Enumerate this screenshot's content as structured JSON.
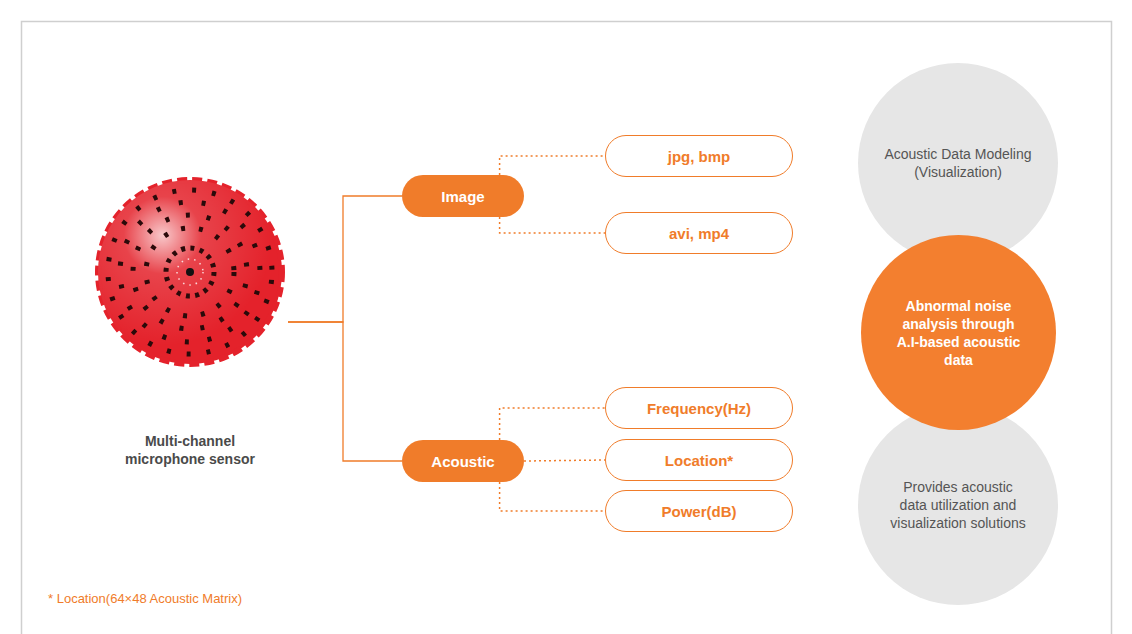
{
  "diagram": {
    "nodes": [
      {
        "text": [
          "Multi-channel microphone sensor"
        ]
      },
      {
        "text": [
          "Image"
        ]
      },
      {
        "text": [
          "jpg, bmp"
        ]
      },
      {
        "text": [
          "avi, mp4"
        ]
      },
      {
        "text": [
          "Acoustic"
        ]
      },
      {
        "text": [
          "Frequency(Hz)"
        ]
      },
      {
        "text": [
          "Location*"
        ]
      },
      {
        "text": [
          "Power(dB)"
        ]
      },
      {
        "text": [
          "Acoustic Data Modeling (Visualization)"
        ]
      },
      {
        "text": [
          "Abnormal noise analysis through A.I-based acoustic data"
        ]
      },
      {
        "text": [
          "Provides acoustic data utilization and visualization solutions"
        ]
      }
    ],
    "edges": [
      {
        "from": 0,
        "to": 1,
        "arrow": "none"
      },
      {
        "from": 0,
        "to": 4,
        "arrow": "none"
      },
      {
        "from": 1,
        "to": 2,
        "arrow": "none"
      },
      {
        "from": 1,
        "to": 3,
        "arrow": "none"
      },
      {
        "from": 4,
        "to": 5,
        "arrow": "none"
      },
      {
        "from": 4,
        "to": 6,
        "arrow": "none"
      },
      {
        "from": 4,
        "to": 7,
        "arrow": "none"
      }
    ],
    "labels": [
      "* Location(64×48 Acoustic Matrix)"
    ]
  }
}
